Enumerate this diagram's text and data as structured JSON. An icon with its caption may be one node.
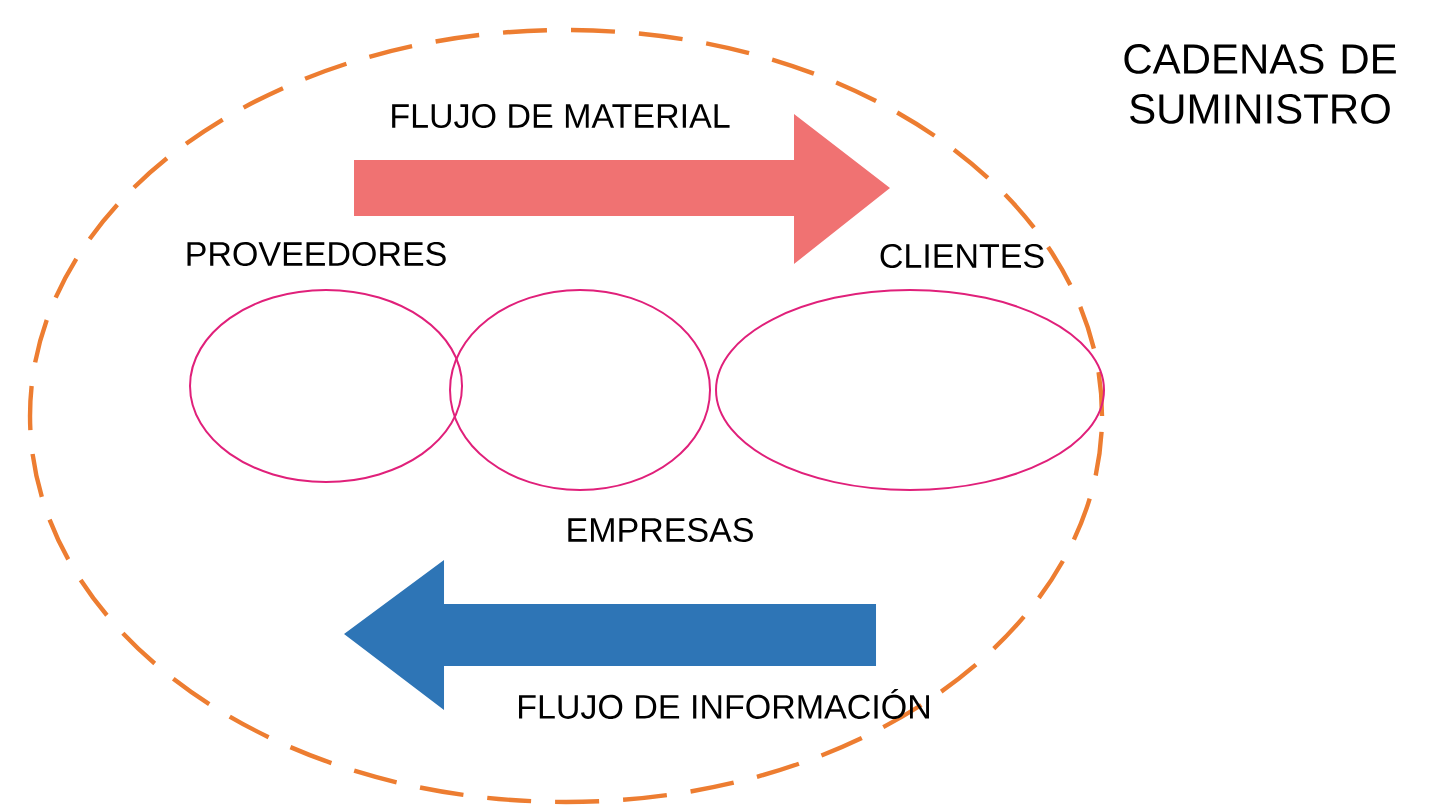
{
  "diagram": {
    "title": "CADENAS DE SUMINISTRO",
    "nodes": [
      {
        "text": [],
        "shape": "ellipse"
      },
      {
        "text": [
          "PROVEEDORES"
        ],
        "in": 0
      },
      {
        "text": [
          "EMPRESAS"
        ],
        "in": 0
      },
      {
        "text": [
          "CLIENTES"
        ],
        "in": 0
      }
    ],
    "labels": [
      "FLUJO DE MATERIAL",
      "FLUJO DE INFORMACIÓN"
    ]
  }
}
